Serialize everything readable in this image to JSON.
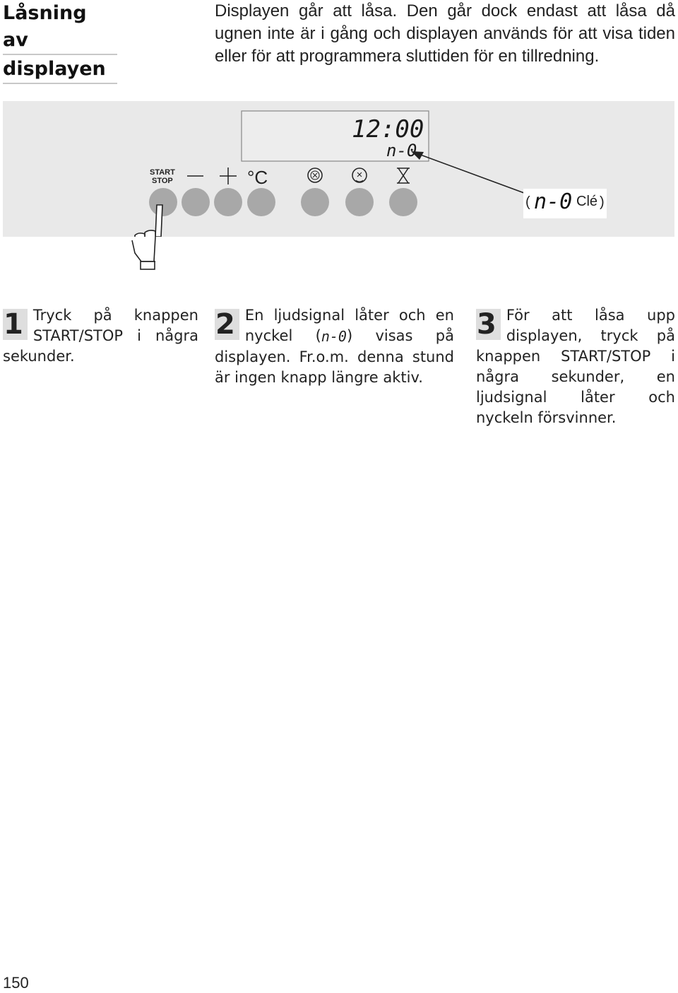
{
  "heading": {
    "line1": "Låsning av",
    "line2": "displayen"
  },
  "intro": "Displayen går att låsa. Den går dock endast att låsa då ugnen inte är i gång och displayen används för att visa tiden eller för att programmera sluttiden för en tillredning.",
  "panel": {
    "display_time": "12:00",
    "display_code": "n-0",
    "start_stop_line1": "START",
    "start_stop_line2": "STOP",
    "temp_unit": "°C",
    "callout_code": "n-0",
    "callout_word": "Clé",
    "callout_open": "(",
    "callout_close": ")",
    "icons": [
      "minus-icon",
      "plus-icon",
      "celsius-icon",
      "cooking-time-icon",
      "end-time-icon",
      "hourglass-icon"
    ],
    "button_color": "#a8a8a8",
    "panel_color": "#e9e9e9"
  },
  "steps": [
    {
      "number": "1",
      "text": "Tryck på knappen START/STOP i några sekunder."
    },
    {
      "number": "2",
      "text_before": "En ljudsignal låter och en nyckel (",
      "key_code": "n-0",
      "text_after": ") visas på displayen. Fr.o.m. denna stund är ingen knapp längre aktiv."
    },
    {
      "number": "3",
      "text": "För att låsa upp displayen, tryck på knappen START/STOP i några sekunder, en ljudsignal låter och nyckeln försvinner."
    }
  ],
  "page_number": "150"
}
